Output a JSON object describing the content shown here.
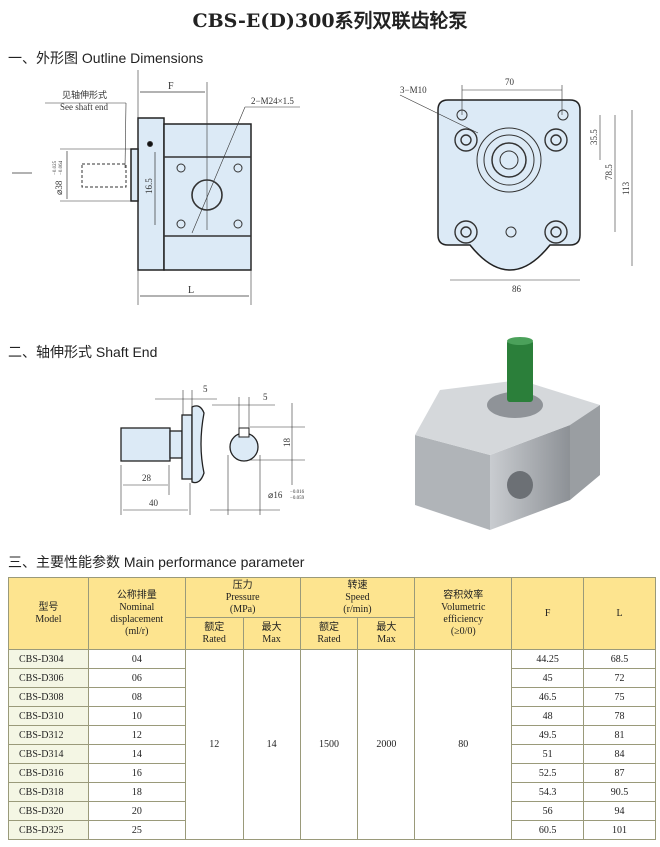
{
  "title": "CBS-E(D)300系列双联齿轮泵",
  "sections": {
    "outline": "一、外形图 Outline Dimensions",
    "shaft": "二、轴伸形式 Shaft End",
    "params": "三、主要性能参数  Main performance parameter"
  },
  "outline_labels": {
    "see_shaft_cn": "见轴伸形式",
    "see_shaft_en": "See shaft end",
    "F": "F",
    "L": "L",
    "port": "2−M24×1.5",
    "dia": "⌀38",
    "tol_up": "−0.025",
    "tol_low": "−0.064",
    "h16_5": "16.5",
    "m10": "3−M10",
    "d70": "70",
    "d35_5": "35.5",
    "d78_5": "78.5",
    "d113": "113",
    "d86": "86"
  },
  "shaft_labels": {
    "d5a": "5",
    "d5b": "5",
    "d18": "18",
    "d28": "28",
    "d40": "40",
    "dia": "⌀16",
    "tol_up": "−0.016",
    "tol_low": "−0.059"
  },
  "table": {
    "h_model_cn": "型号",
    "h_model_en": "Model",
    "h_disp_cn": "公称排量",
    "h_disp_en1": "Nominal",
    "h_disp_en2": "displacement",
    "h_disp_unit": "(ml/r)",
    "h_press_cn": "压力",
    "h_press_en": "Pressure",
    "h_press_unit": "(MPa)",
    "h_speed_cn": "转速",
    "h_speed_en": "Speed",
    "h_speed_unit": "(r/min)",
    "h_eff_cn": "容积效率",
    "h_eff_en1": "Volumetric",
    "h_eff_en2": "efficiency",
    "h_eff_unit": "(≥0/0)",
    "h_F": "F",
    "h_L": "L",
    "rated_cn": "额定",
    "rated_en": "Rated",
    "max_cn": "最大",
    "max_en": "Max",
    "pressure_rated": "12",
    "pressure_max": "14",
    "speed_rated": "1500",
    "speed_max": "2000",
    "efficiency": "80",
    "rows": [
      {
        "model": "CBS-D304",
        "disp": "04",
        "F": "44.25",
        "L": "68.5"
      },
      {
        "model": "CBS-D306",
        "disp": "06",
        "F": "45",
        "L": "72"
      },
      {
        "model": "CBS-D308",
        "disp": "08",
        "F": "46.5",
        "L": "75"
      },
      {
        "model": "CBS-D310",
        "disp": "10",
        "F": "48",
        "L": "78"
      },
      {
        "model": "CBS-D312",
        "disp": "12",
        "F": "49.5",
        "L": "81"
      },
      {
        "model": "CBS-D314",
        "disp": "14",
        "F": "51",
        "L": "84"
      },
      {
        "model": "CBS-D316",
        "disp": "16",
        "F": "52.5",
        "L": "87"
      },
      {
        "model": "CBS-D318",
        "disp": "18",
        "F": "54.3",
        "L": "90.5"
      },
      {
        "model": "CBS-D320",
        "disp": "20",
        "F": "56",
        "L": "94"
      },
      {
        "model": "CBS-D325",
        "disp": "25",
        "F": "60.5",
        "L": "101"
      }
    ]
  }
}
